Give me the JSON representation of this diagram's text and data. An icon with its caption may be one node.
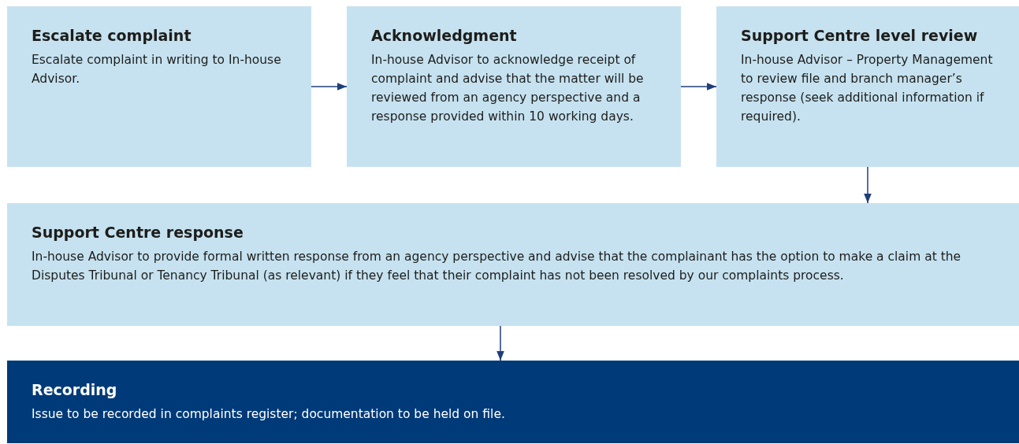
{
  "diagram": {
    "nodes": [
      {
        "text": [
          "Escalate complaint",
          "Escalate complaint in writing to In-house Advisor."
        ]
      },
      {
        "text": [
          "Acknowledgment",
          "In-house Advisor to acknowledge receipt of complaint and advise that the matter will be reviewed from an agency perspective and a response provided within 10 working days."
        ]
      },
      {
        "text": [
          "Support Centre level review",
          "In-house Advisor – Property Management to review file and branch manager’s response (seek additional information if required)."
        ]
      },
      {
        "text": [
          "Support Centre response",
          "In-house Advisor to provide formal written response from an agency perspective and advise that the complainant has the option to make a claim at the Disputes Tribunal or Tenancy Tribunal (as relevant) if they feel that their complaint has not been resolved by our complaints process."
        ]
      },
      {
        "text": [
          "Recording",
          "Issue to be recorded in complaints register; documentation to be held on file."
        ]
      }
    ],
    "edges": [
      {
        "from": 0,
        "to": 1,
        "arrow": "to"
      },
      {
        "from": 1,
        "to": 2,
        "arrow": "to"
      },
      {
        "from": 2,
        "to": 3,
        "arrow": "to"
      },
      {
        "from": 3,
        "to": 4,
        "arrow": "to"
      }
    ]
  }
}
